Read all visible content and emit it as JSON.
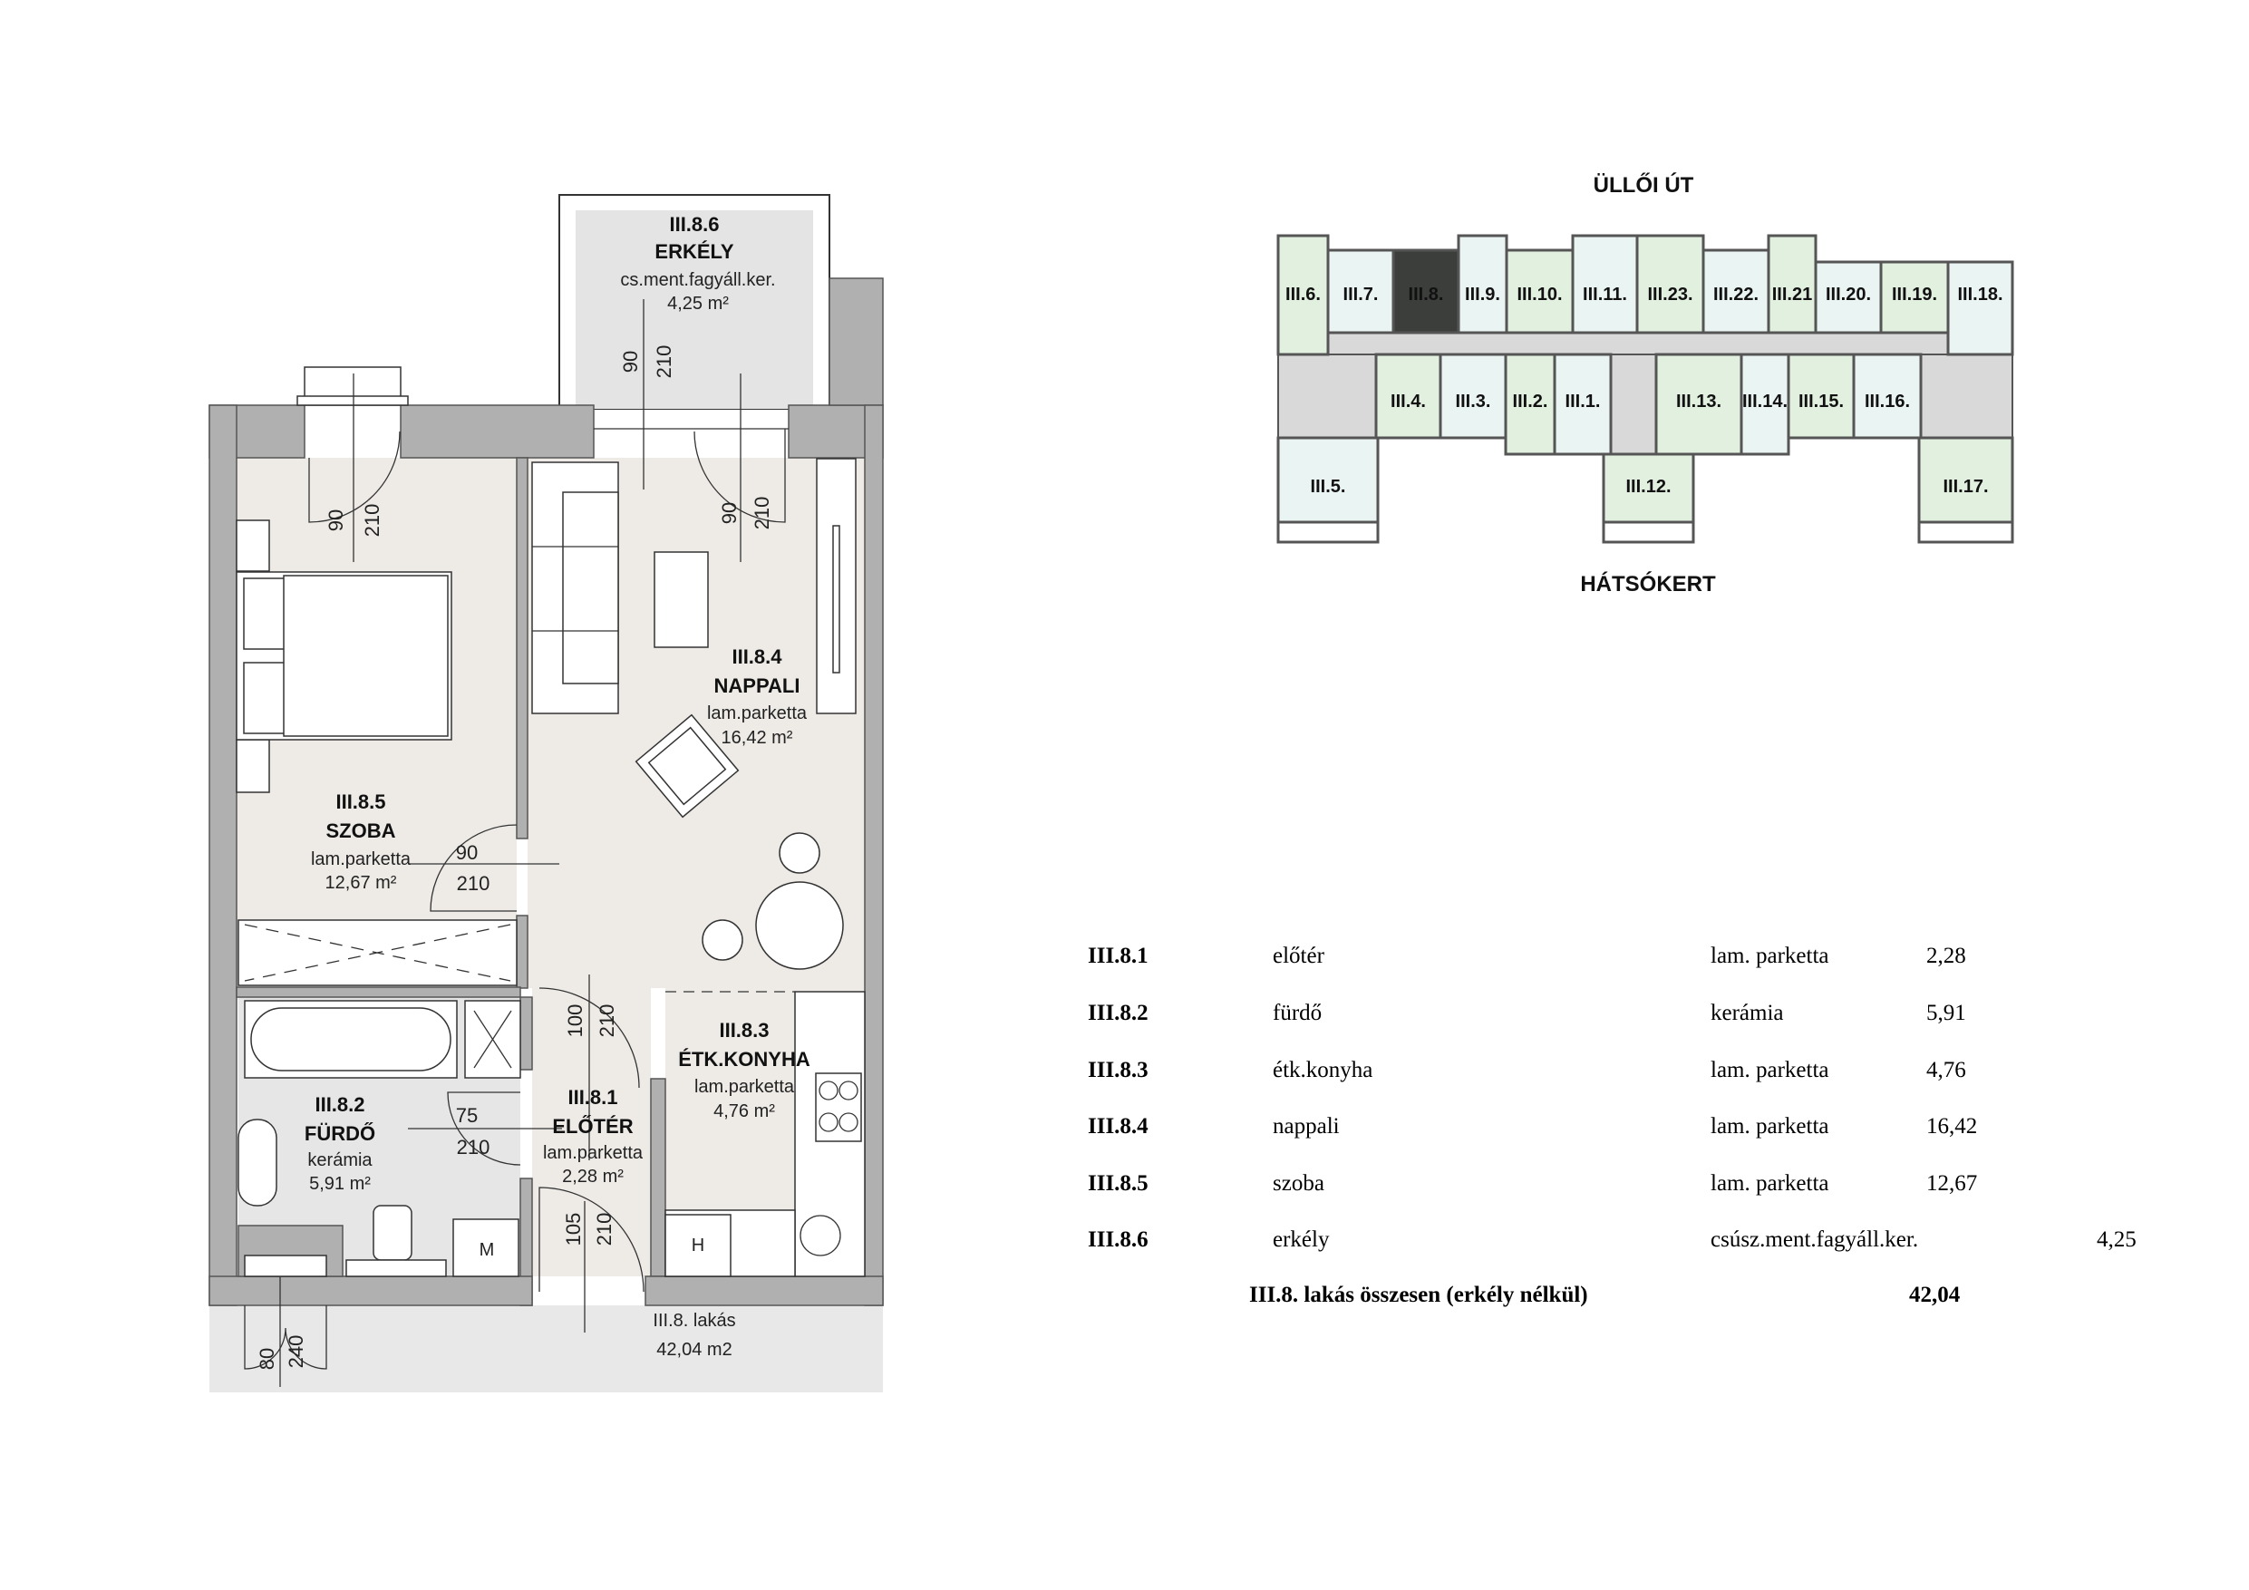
{
  "plan": {
    "rooms": {
      "balcony": {
        "code": "III.8.6",
        "name": "ERKÉLY",
        "floor": "cs.ment.fagyáll.ker.",
        "area": "4,25 m²"
      },
      "living": {
        "code": "III.8.4",
        "name": "NAPPALI",
        "floor": "lam.parketta",
        "area": "16,42 m²"
      },
      "bedroom": {
        "code": "III.8.5",
        "name": "SZOBA",
        "floor": "lam.parketta",
        "area": "12,67 m²"
      },
      "bathroom": {
        "code": "III.8.2",
        "name": "FÜRDŐ",
        "floor": "kerámia",
        "area": "5,91 m²"
      },
      "hall": {
        "code": "III.8.1",
        "name": "ELŐTÉR",
        "floor": "lam.parketta",
        "area": "2,28 m²"
      },
      "kitchen": {
        "code": "III.8.3",
        "name": "ÉTK.KONYHA",
        "floor": "lam.parketta",
        "area": "4,76 m²"
      }
    },
    "apartment": {
      "name": "III.8. lakás",
      "area": "42,04 m2"
    },
    "dimensions": {
      "bedroom_window": [
        "90",
        "210"
      ],
      "balcony_door": [
        "90",
        "210"
      ],
      "living_window": [
        "90",
        "210"
      ],
      "bedroom_door": [
        "90",
        "210"
      ],
      "kitchen_door": [
        "100",
        "210"
      ],
      "bathroom_door": [
        "75",
        "210"
      ],
      "entrance_door": [
        "105",
        "210"
      ],
      "terrace_door": [
        "80",
        "240"
      ]
    },
    "fixtures": {
      "m_label": "M",
      "h_label": "H"
    }
  },
  "keyplan": {
    "north_label": "ÜLLŐI ÚT",
    "south_label": "HÁTSÓKERT",
    "selected": "III.8.",
    "units": [
      "III.6.",
      "III.7.",
      "III.8.",
      "III.9.",
      "III.10.",
      "III.11.",
      "III.23.",
      "III.22.",
      "III.21",
      "III.20.",
      "III.19.",
      "III.18.",
      "III.4.",
      "III.3.",
      "III.2.",
      "III.1.",
      "III.13.",
      "III.14.",
      "III.15.",
      "III.16.",
      "III.5.",
      "III.12.",
      "III.17."
    ],
    "colors": {
      "green": "#e2f1df",
      "cyan": "#eaf5f3",
      "selected": "#3b3e3b",
      "common": "#d9d9d9"
    }
  },
  "table": {
    "rows": [
      {
        "code": "III.8.1",
        "room": "előtér",
        "floor": "lam. parketta",
        "area": "2,28"
      },
      {
        "code": "III.8.2",
        "room": "fürdő",
        "floor": "kerámia",
        "area": "5,91"
      },
      {
        "code": "III.8.3",
        "room": "étk.konyha",
        "floor": "lam. parketta",
        "area": "4,76"
      },
      {
        "code": "III.8.4",
        "room": "nappali",
        "floor": "lam. parketta",
        "area": "16,42"
      },
      {
        "code": "III.8.5",
        "room": "szoba",
        "floor": "lam. parketta",
        "area": "12,67"
      },
      {
        "code": "III.8.6",
        "room": "erkély",
        "floor": "csúsz.ment.fagyáll.ker.",
        "area": "4,25"
      }
    ],
    "total_label": "III.8. lakás összesen (erkély nélkül)",
    "total_value": "42,04"
  }
}
